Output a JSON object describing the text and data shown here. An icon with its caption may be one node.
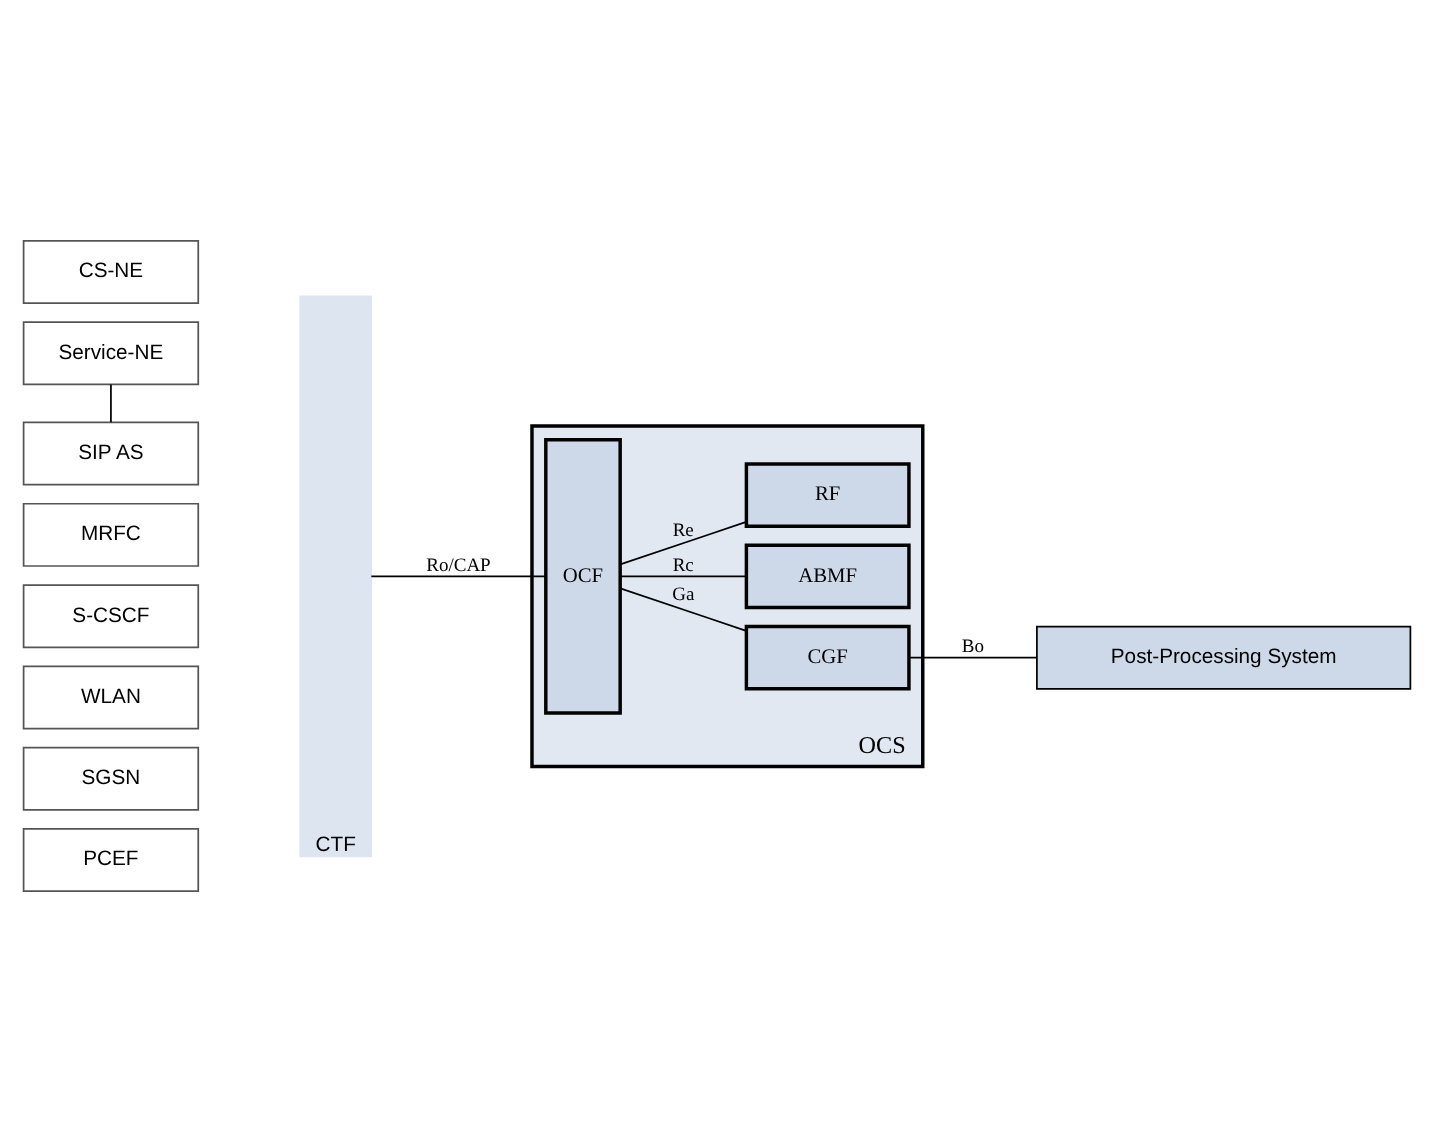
{
  "diagram": {
    "nodes": [
      {
        "text": [
          "Post-Processing System"
        ]
      },
      {
        "text": [
          "CS-NE"
        ]
      },
      {
        "text": [
          "Service-NE"
        ]
      },
      {
        "text": [
          "SIP AS"
        ]
      },
      {
        "text": [
          "MRFC"
        ]
      },
      {
        "text": [
          "S-CSCF"
        ]
      },
      {
        "text": [
          "WLAN"
        ]
      },
      {
        "text": [
          "SGSN"
        ]
      },
      {
        "text": [
          "PCEF"
        ]
      },
      {
        "text": [
          "CTF"
        ]
      },
      {
        "text": [
          "OCS"
        ]
      },
      {
        "text": [
          "CGF"
        ],
        "in": 10
      },
      {
        "text": [
          "OCF"
        ],
        "in": 10
      },
      {
        "text": [
          "ABMF"
        ],
        "in": 10
      },
      {
        "text": [
          "RF"
        ],
        "in": 10
      }
    ],
    "edges": [
      {
        "from": 11,
        "to": 0,
        "arrow": "none",
        "label": "Bo"
      },
      {
        "from": 2,
        "to": 3,
        "arrow": "none"
      },
      {
        "from": 9,
        "to": 12,
        "arrow": "none",
        "label": "Ro/CAP"
      },
      {
        "from": 12,
        "to": 11,
        "arrow": "none",
        "label": "Ga"
      },
      {
        "from": 12,
        "to": 13,
        "arrow": "none",
        "label": "Rc"
      },
      {
        "from": 12,
        "to": 14,
        "arrow": "none",
        "label": "Re"
      }
    ]
  }
}
